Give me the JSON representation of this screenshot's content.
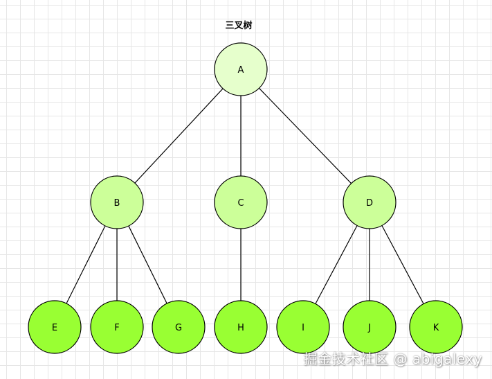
{
  "diagram": {
    "title": "三叉树",
    "nodes": [
      {
        "id": "A",
        "label": "A",
        "level": 0,
        "fill": "#E6FFCC"
      },
      {
        "id": "B",
        "label": "B",
        "level": 1,
        "fill": "#CCFF99"
      },
      {
        "id": "C",
        "label": "C",
        "level": 1,
        "fill": "#CCFF99"
      },
      {
        "id": "D",
        "label": "D",
        "level": 1,
        "fill": "#CCFF99"
      },
      {
        "id": "E",
        "label": "E",
        "level": 2,
        "fill": "#99FF33"
      },
      {
        "id": "F",
        "label": "F",
        "level": 2,
        "fill": "#99FF33"
      },
      {
        "id": "G",
        "label": "G",
        "level": 2,
        "fill": "#99FF33"
      },
      {
        "id": "H",
        "label": "H",
        "level": 2,
        "fill": "#99FF33"
      },
      {
        "id": "I",
        "label": "I",
        "level": 2,
        "fill": "#99FF33"
      },
      {
        "id": "J",
        "label": "J",
        "level": 2,
        "fill": "#99FF33"
      },
      {
        "id": "K",
        "label": "K",
        "level": 2,
        "fill": "#99FF33"
      }
    ],
    "edges": [
      [
        "A",
        "B"
      ],
      [
        "A",
        "C"
      ],
      [
        "A",
        "D"
      ],
      [
        "B",
        "E"
      ],
      [
        "B",
        "F"
      ],
      [
        "B",
        "G"
      ],
      [
        "C",
        "H"
      ],
      [
        "D",
        "I"
      ],
      [
        "D",
        "J"
      ],
      [
        "D",
        "K"
      ]
    ]
  },
  "watermark": "掘金技术社区 @ abigalexy"
}
